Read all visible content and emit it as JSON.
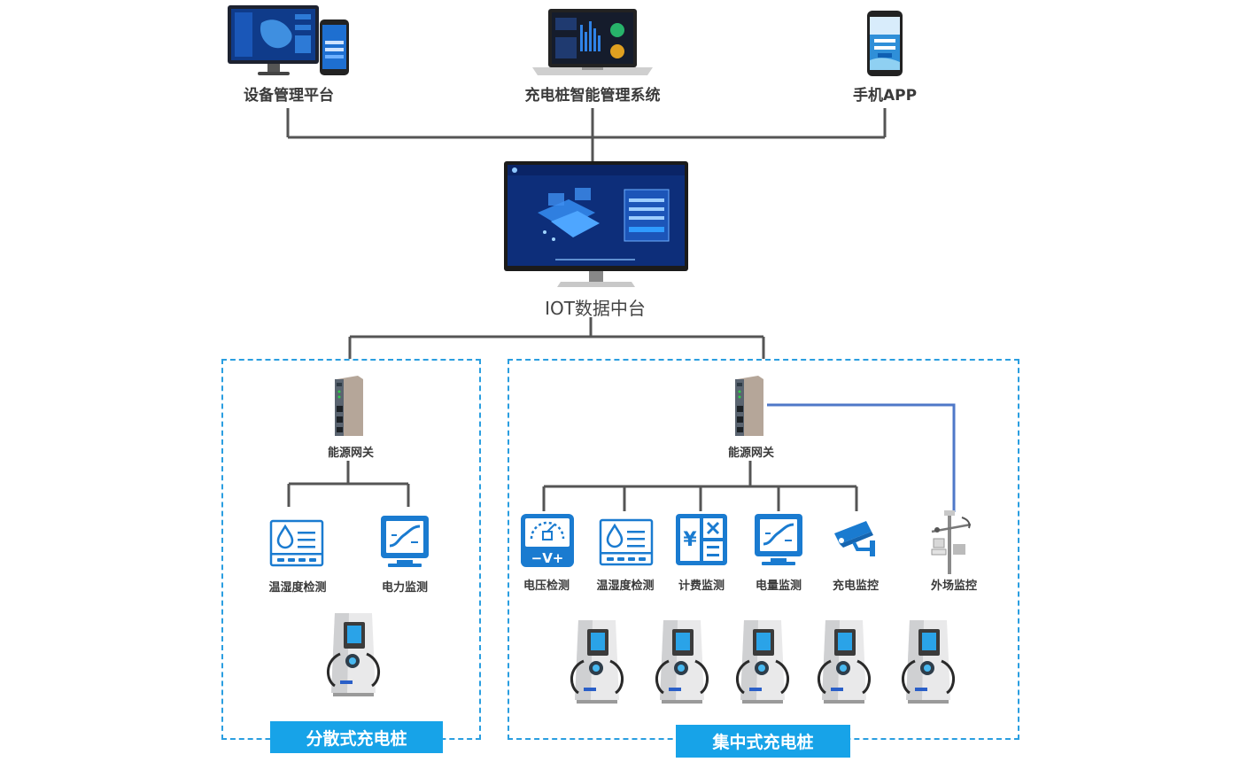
{
  "top_nodes": {
    "device_platform": "设备管理平台",
    "charging_system": "充电桩智能管理系统",
    "mobile_app": "手机APP"
  },
  "center": {
    "iot": "IOT数据中台"
  },
  "left_group": {
    "title": "分散式充电桩",
    "gateway": "能源网关",
    "sensors": [
      "温湿度检测",
      "电力监测"
    ]
  },
  "right_group": {
    "title": "集中式充电桩",
    "gateway": "能源网关",
    "sensors": [
      "电压检测",
      "温湿度检测",
      "计费监测",
      "电量监测",
      "充电监控",
      "外场监控"
    ]
  },
  "colors": {
    "accent": "#17a3e8",
    "line": "#555555",
    "wireless": "#4f78c8",
    "icon": "#1a7bd0"
  }
}
